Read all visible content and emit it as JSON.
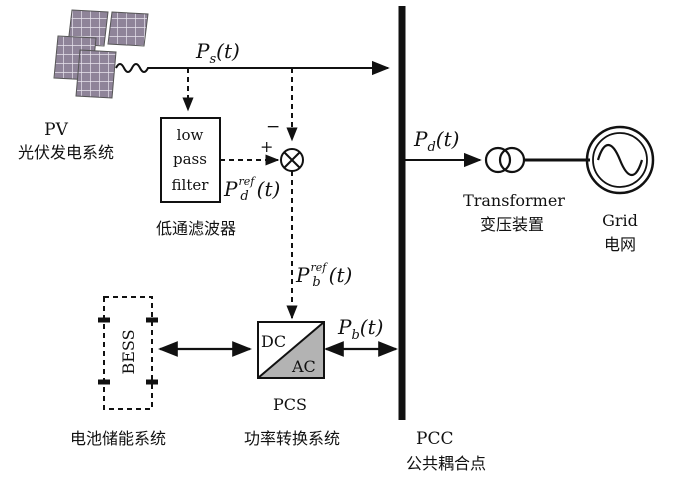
{
  "pv": {
    "label": "PV",
    "label_cn": "光伏发电系统"
  },
  "signals": {
    "ps": {
      "sym": "P",
      "sub": "s",
      "arg": "(t)"
    },
    "pd": {
      "sym": "P",
      "sub": "d",
      "arg": "(t)"
    },
    "pd_ref": {
      "sym": "P",
      "sup": "ref",
      "sub": "d",
      "arg": "(t)"
    },
    "pb_ref": {
      "sym": "P",
      "sup": "ref",
      "sub": "b",
      "arg": "(t)"
    },
    "pb": {
      "sym": "P",
      "sub": "b",
      "arg": "(t)"
    }
  },
  "filter": {
    "line1": "low",
    "line2": "pass",
    "line3": "filter",
    "label_cn": "低通滤波器"
  },
  "summer": {
    "minus": "−",
    "plus": "+"
  },
  "bess": {
    "label": "BESS",
    "label_cn": "电池储能系统"
  },
  "pcs": {
    "dc": "DC",
    "ac": "AC",
    "label": "PCS",
    "label_cn": "功率转换系统"
  },
  "pcc": {
    "label": "PCC",
    "label_cn": "公共耦合点"
  },
  "transformer": {
    "label": "Transformer",
    "label_cn": "变压装置"
  },
  "grid": {
    "label": "Grid",
    "label_cn": "电网"
  },
  "colors": {
    "ink": "#111111",
    "pcs_fill": "#b3b3b3",
    "pv_cell": "#8a7a9a"
  }
}
